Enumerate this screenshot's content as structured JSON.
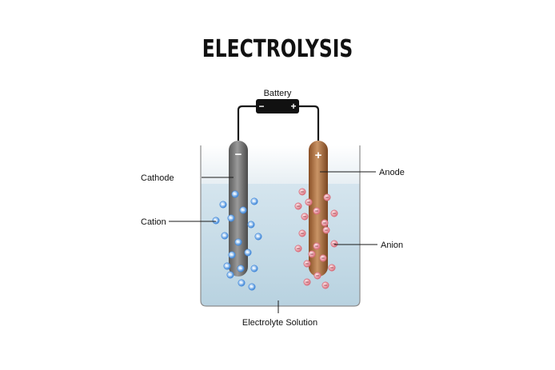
{
  "title": "ELECTROLYSIS",
  "labels": {
    "battery": "Battery",
    "cathode": "Cathode",
    "anode": "Anode",
    "cation": "Cation",
    "anion": "Anion",
    "solution": "Electrolyte Solution"
  },
  "signs": {
    "battery_negative": "−",
    "battery_positive": "+",
    "cathode": "−",
    "anode": "+"
  },
  "colors": {
    "cation": "#3f86d8",
    "anion": "#d86a78",
    "cathode_electrode": "#7a7a7a",
    "anode_electrode": "#a8693a",
    "solution": "#c9dde8"
  }
}
